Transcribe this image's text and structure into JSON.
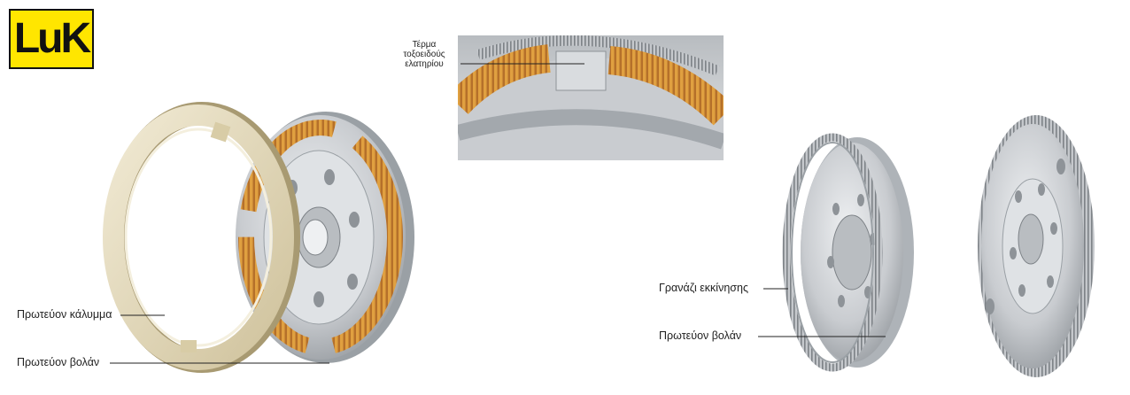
{
  "logo": {
    "text": "LuK",
    "bg_color": "#ffe600"
  },
  "labels": {
    "spring_end_line1": "Τέρμα",
    "spring_end_line2": "τοξοειδούς",
    "spring_end_line3": "ελατηρίου",
    "primary_cover": "Πρωτεύον κάλυμμα",
    "primary_flywheel_left": "Πρωτεύον βολάν",
    "starter_ring": "Γρανάζι εκκίνησης",
    "primary_flywheel_right": "Πρωτεύον βολάν"
  },
  "colors": {
    "spring": "#e0a040",
    "spring_dark": "#b5702a",
    "metal": "#c9ccd0",
    "metal_dark": "#8e9398",
    "cover": "#e6dcc0"
  }
}
